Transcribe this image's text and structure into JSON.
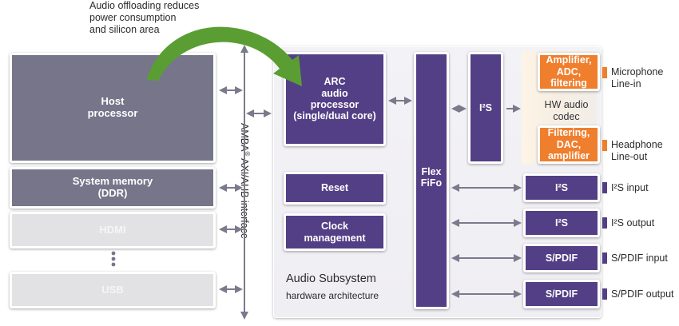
{
  "annotation": {
    "lines": [
      "Audio offloading reduces",
      "power consumption",
      "and silicon area"
    ]
  },
  "host_side": {
    "host_processor": [
      "Host",
      "processor"
    ],
    "system_memory": [
      "System memory",
      "(DDR)"
    ],
    "hdmi": "HDMI",
    "usb": "USB",
    "ellipsis": "⋮"
  },
  "bus": {
    "label_prefix": "AMBA",
    "label_reg": "®",
    "label_suffix": " AXI/AHB interface"
  },
  "audio_subsystem": {
    "title": "Audio Subsystem",
    "subtitle": "hardware architecture",
    "arc_processor": [
      "ARC",
      "audio",
      "processor",
      "(single/dual core)"
    ],
    "reset": "Reset",
    "clock_management": [
      "Clock",
      "management"
    ],
    "flex_fifo": [
      "Flex",
      "FiFo"
    ],
    "i2s_core": "I²S",
    "codec": {
      "label": [
        "HW audio",
        "codec"
      ],
      "input_block": [
        "Amplifier,",
        "ADC,",
        "filtering"
      ],
      "output_block": [
        "Filtering,",
        "DAC,",
        "amplifier"
      ]
    },
    "interfaces": [
      {
        "block": "I²S",
        "port_label": "I²S input"
      },
      {
        "block": "I²S",
        "port_label": "I²S output"
      },
      {
        "block": "S/PDIF",
        "port_label": "S/PDIF input"
      },
      {
        "block": "S/PDIF",
        "port_label": "S/PDIF output"
      }
    ]
  },
  "external_ports": {
    "microphone": [
      "Microphone",
      "Line-in"
    ],
    "headphone": [
      "Headphone",
      "Line-out"
    ]
  },
  "colors": {
    "host_gray": "#77758a",
    "peripheral_light": "#e2e2e4",
    "purple": "#533f85",
    "orange": "#ef7e2d",
    "green_arrow": "#5a9e33",
    "connector_gray": "#7a7a8c"
  }
}
